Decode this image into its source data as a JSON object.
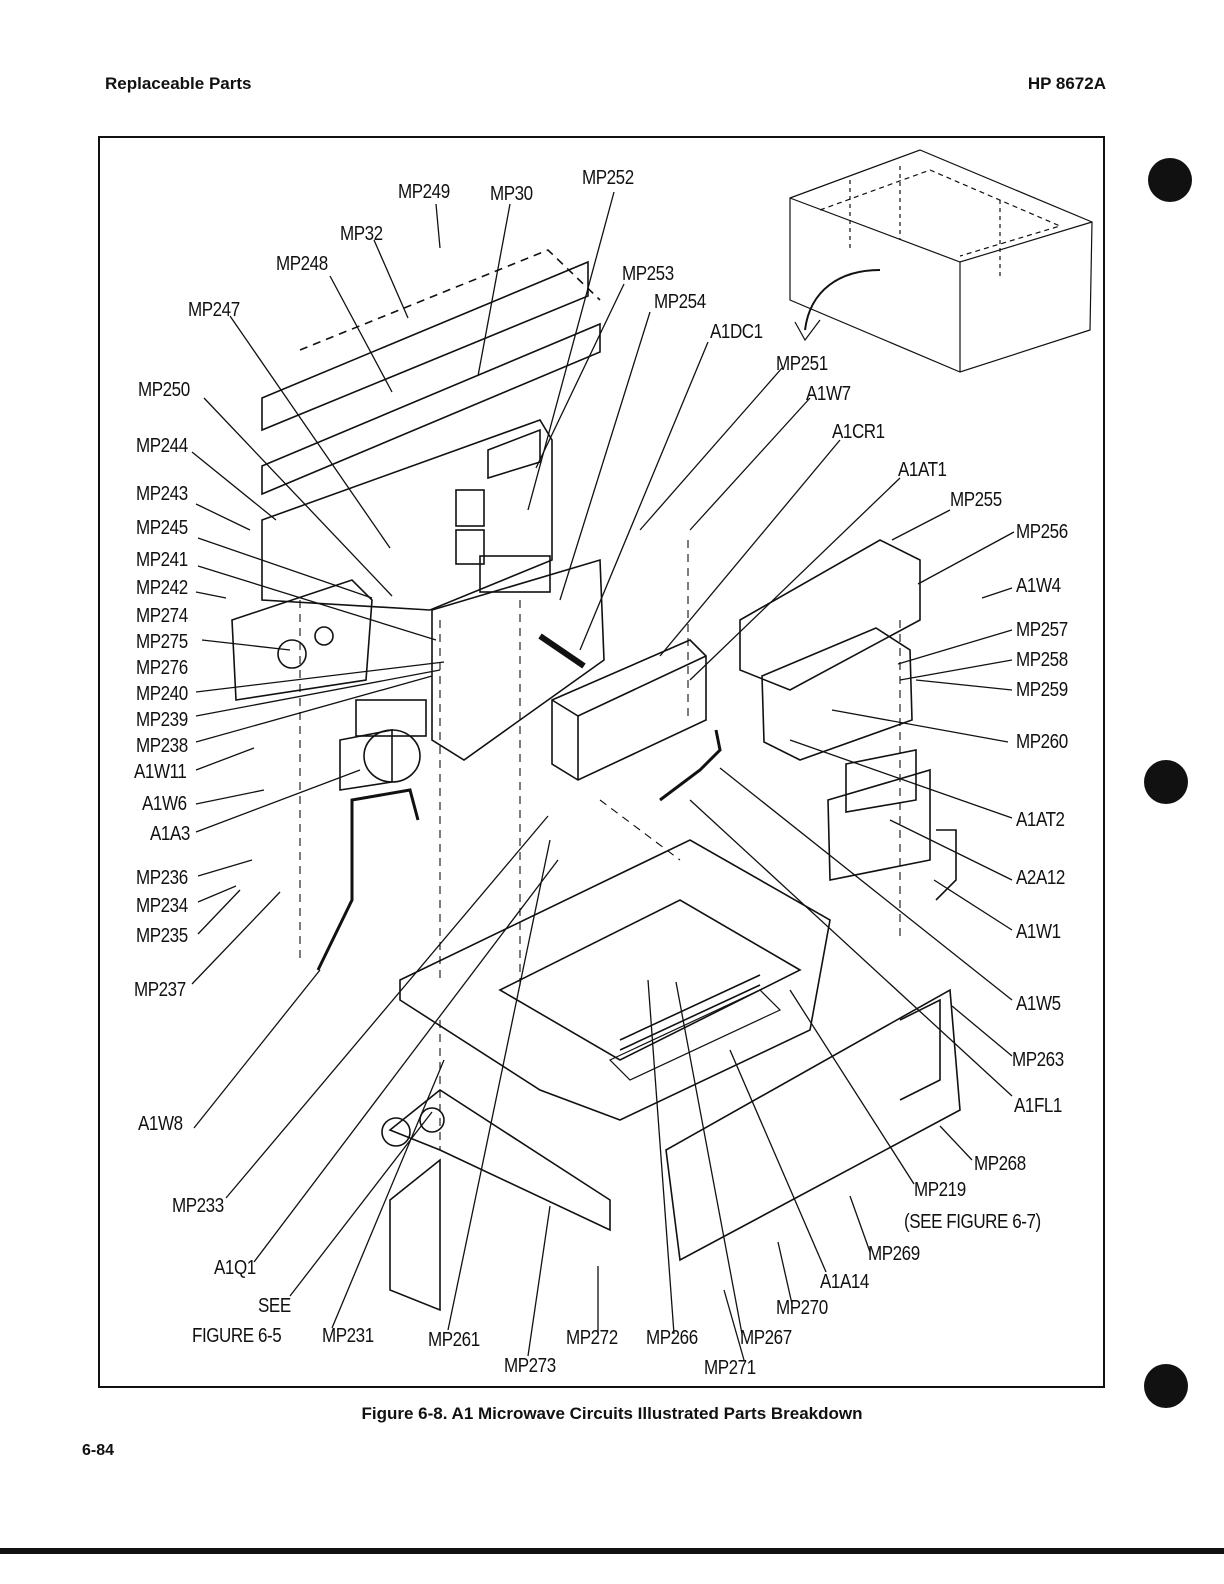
{
  "header": {
    "section": "Replaceable Parts",
    "model": "HP 8672A"
  },
  "caption": "Figure 6-8. A1 Microwave Circuits Illustrated Parts Breakdown",
  "page_number": "6-84",
  "callouts": {
    "mp249": "MP249",
    "mp30": "MP30",
    "mp252": "MP252",
    "mp32": "MP32",
    "mp248": "MP248",
    "mp253": "MP253",
    "mp254": "MP254",
    "mp247": "MP247",
    "a1dc1": "A1DC1",
    "mp251": "MP251",
    "mp250": "MP250",
    "a1w7": "A1W7",
    "a1cr1": "A1CR1",
    "mp244": "MP244",
    "a1at1": "A1AT1",
    "mp243": "MP243",
    "mp255": "MP255",
    "mp245": "MP245",
    "mp256": "MP256",
    "mp241": "MP241",
    "a1w4": "A1W4",
    "mp242": "MP242",
    "mp274": "MP274",
    "mp257": "MP257",
    "mp275": "MP275",
    "mp258": "MP258",
    "mp276": "MP276",
    "mp259": "MP259",
    "mp240": "MP240",
    "mp239": "MP239",
    "mp238": "MP238",
    "mp260": "MP260",
    "a1w11": "A1W11",
    "a1w6": "A1W6",
    "a1a3": "A1A3",
    "a1at2": "A1AT2",
    "mp236": "MP236",
    "a2a12": "A2A12",
    "mp234": "MP234",
    "mp235": "MP235",
    "a1w1": "A1W1",
    "mp237": "MP237",
    "a1w5": "A1W5",
    "mp263": "MP263",
    "a1fl1": "A1FL1",
    "a1w8": "A1W8",
    "mp268": "MP268",
    "mp219": "MP219",
    "see_fig_67": "(SEE FIGURE 6-7)",
    "mp233": "MP233",
    "mp269": "MP269",
    "a1q1": "A1Q1",
    "a1a14": "A1A14",
    "see": "SEE",
    "mp270": "MP270",
    "figure65": "FIGURE 6-5",
    "mp231": "MP231",
    "mp261": "MP261",
    "mp272": "MP272",
    "mp266": "MP266",
    "mp267": "MP267",
    "mp273": "MP273",
    "mp271": "MP271"
  }
}
